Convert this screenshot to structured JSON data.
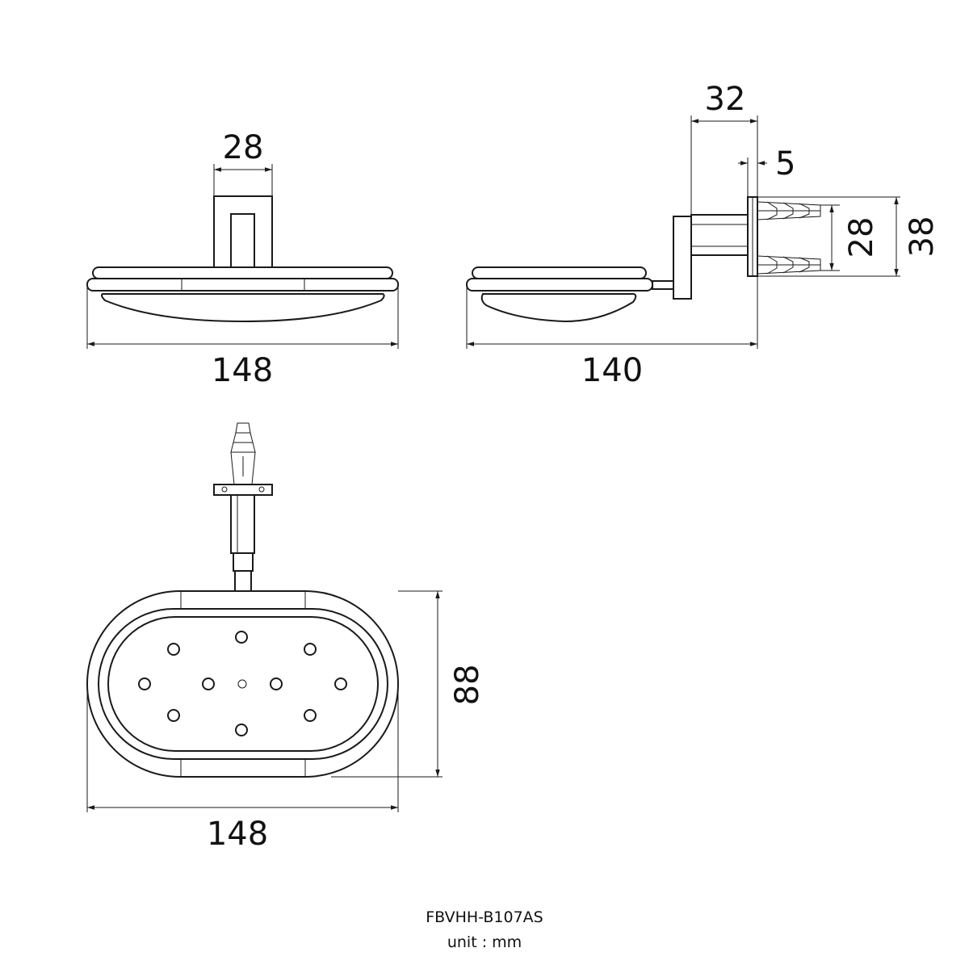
{
  "drawing": {
    "model": "FBVHH-B107AS",
    "unit": "unit : mm"
  },
  "front_view": {
    "top_width": "28",
    "overall_width": "148"
  },
  "side_view": {
    "depth_top": "32",
    "flange": "5",
    "inner_height": "28",
    "outer_height": "38",
    "overall_length": "140"
  },
  "top_view": {
    "height": "88",
    "width": "148"
  }
}
